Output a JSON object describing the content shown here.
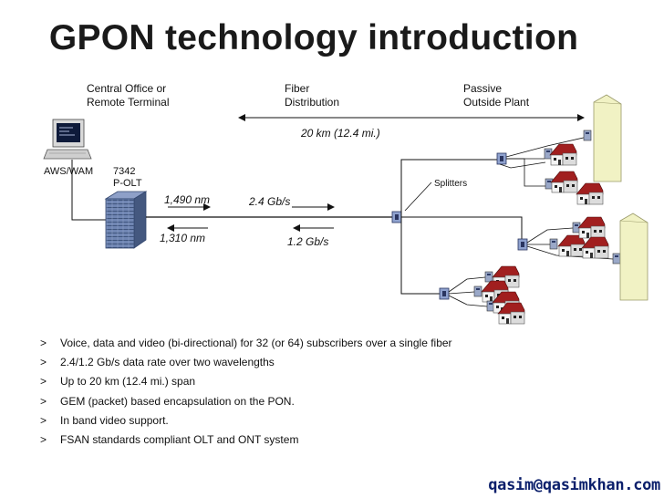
{
  "title": "GPON technology introduction",
  "headers": {
    "central_office": [
      "Central Office or",
      "Remote Terminal"
    ],
    "fiber_distribution": [
      "Fiber",
      "Distribution"
    ],
    "passive_plant": [
      "Passive",
      "Outside Plant"
    ]
  },
  "span_label": "20 km (12.4 mi.)",
  "labels": {
    "aws": "AWS/WAM",
    "olt": [
      "7342",
      "P-OLT"
    ],
    "splitters": "Splitters",
    "downstream_wavelength": "1,490 nm",
    "upstream_wavelength": "1,310 nm",
    "downstream_rate": "2.4 Gb/s",
    "upstream_rate": "1.2 Gb/s"
  },
  "bullet_marker": ">",
  "bullets": [
    "Voice, data and video (bi-directional) for 32 (or 64) subscribers over a single fiber",
    "2.4/1.2 Gb/s data rate over two wavelengths",
    "Up to 20 km (12.4 mi.) span",
    "GEM (packet) based encapsulation on the PON.",
    "In band video support.",
    "FSAN standards compliant OLT and ONT system"
  ],
  "footer": "qasim@qasimkhan.com",
  "icons": [
    "workstation-icon",
    "olt-rack-icon",
    "splitter-icon",
    "ont-icon",
    "house-icon",
    "building-icon"
  ],
  "colors": {
    "house_roof": "#a11f1f",
    "building": "#f1f2c4",
    "splitter": "#8fa2cf",
    "rack": "#6f85b2",
    "footer": "#0b1f6b"
  }
}
